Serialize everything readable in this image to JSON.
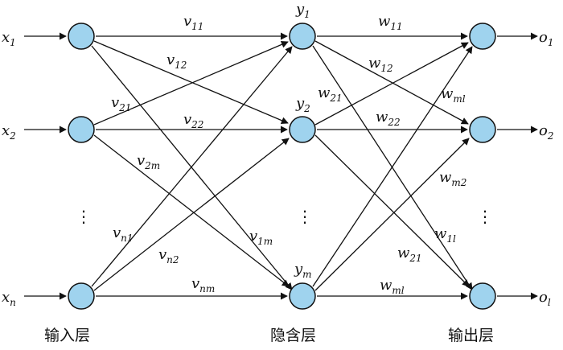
{
  "inputs": [
    {
      "base": "x",
      "sub": "1"
    },
    {
      "base": "x",
      "sub": "2"
    },
    {
      "base": "x",
      "sub": "n"
    }
  ],
  "outputs": [
    {
      "base": "o",
      "sub": "1"
    },
    {
      "base": "o",
      "sub": "2"
    },
    {
      "base": "o",
      "sub": "l"
    }
  ],
  "hidden_labels": [
    {
      "base": "y",
      "sub": "1"
    },
    {
      "base": "y",
      "sub": "2"
    },
    {
      "base": "y",
      "sub": "m"
    }
  ],
  "v_weights": [
    {
      "base": "v",
      "sub": "11"
    },
    {
      "base": "v",
      "sub": "12"
    },
    {
      "base": "v",
      "sub": "21"
    },
    {
      "base": "v",
      "sub": "22"
    },
    {
      "base": "v",
      "sub": "2m"
    },
    {
      "base": "v",
      "sub": "n1"
    },
    {
      "base": "v",
      "sub": "n2"
    },
    {
      "base": "v",
      "sub": "1m"
    },
    {
      "base": "v",
      "sub": "nm"
    }
  ],
  "w_weights": [
    {
      "base": "w",
      "sub": "11"
    },
    {
      "base": "w",
      "sub": "12"
    },
    {
      "base": "w",
      "sub": "21"
    },
    {
      "base": "w",
      "sub": "ml"
    },
    {
      "base": "w",
      "sub": "22"
    },
    {
      "base": "w",
      "sub": "m2"
    },
    {
      "base": "w",
      "sub": "1l"
    },
    {
      "base": "w",
      "sub": "21"
    },
    {
      "base": "w",
      "sub": "ml"
    }
  ],
  "ellipsis": "⋮",
  "captions": {
    "input_layer": "输入层",
    "hidden_layer": "隐含层",
    "output_layer": "输出层"
  },
  "colors": {
    "node_fill": "#9fd3ee",
    "stroke": "#111111"
  }
}
